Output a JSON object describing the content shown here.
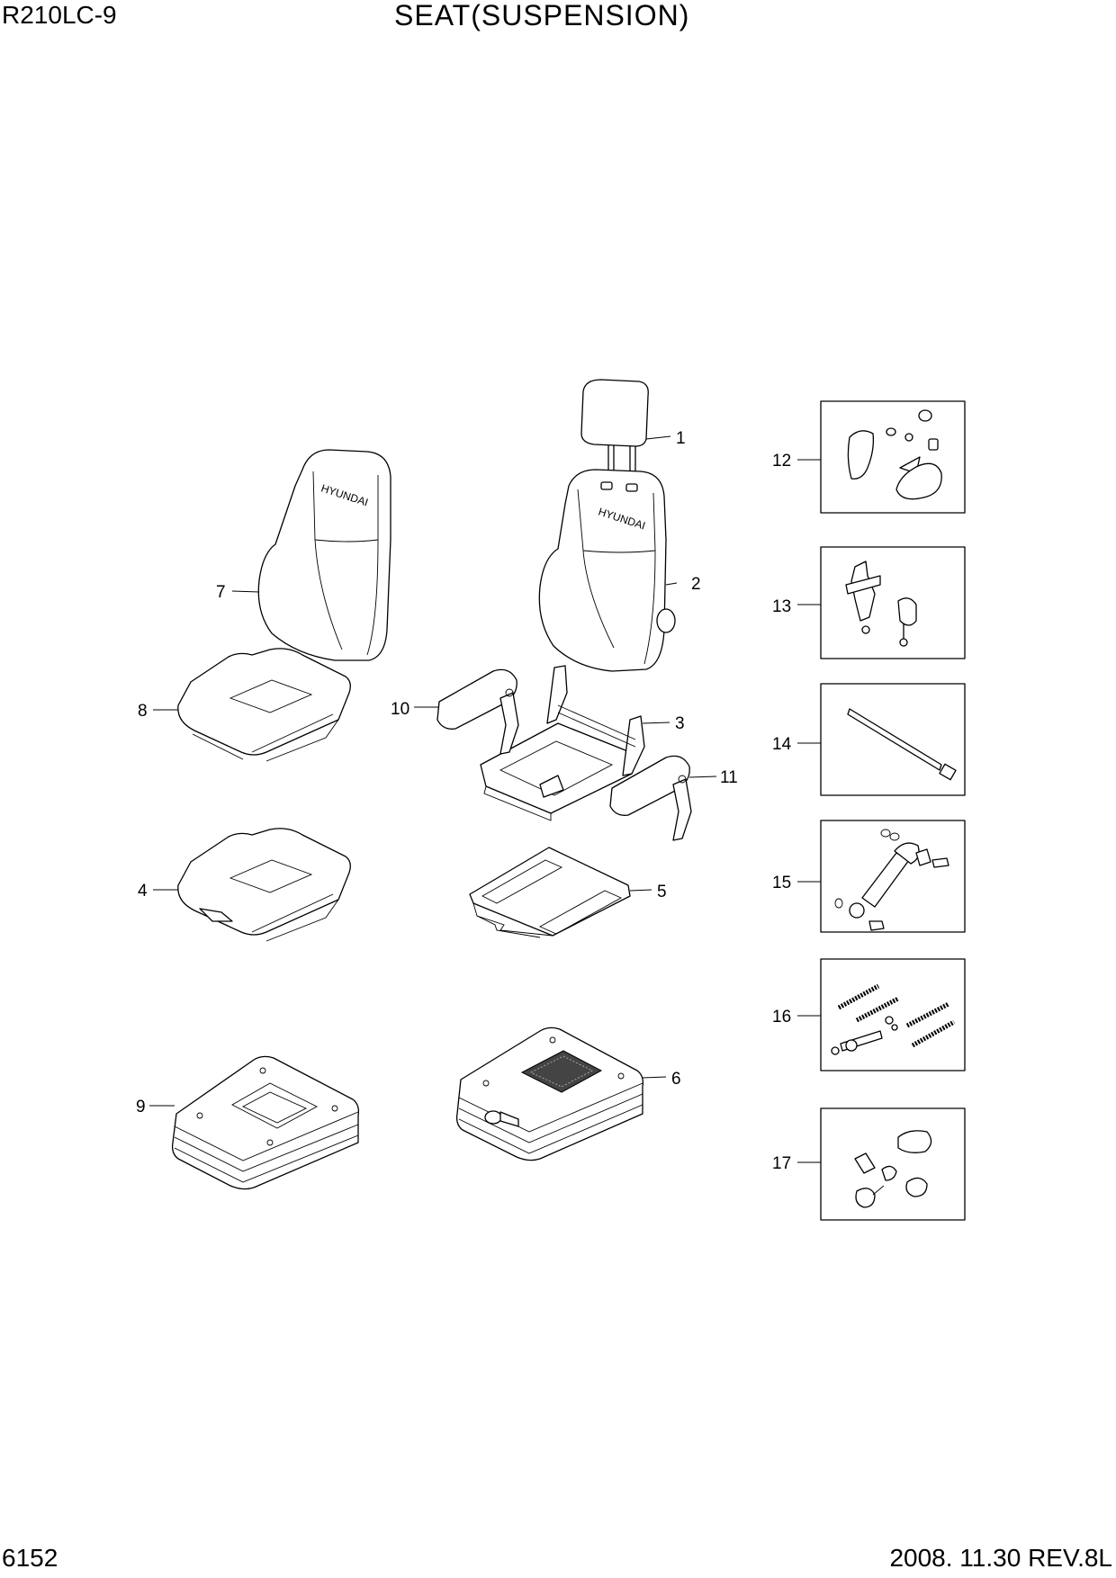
{
  "header": {
    "model": "R210LC-9",
    "title": "SEAT(SUSPENSION)"
  },
  "footer": {
    "page_number": "6152",
    "revision": "2008. 11.30  REV.8L"
  },
  "brand_text": "HYUNDAI",
  "callouts": {
    "c1": "1",
    "c2": "2",
    "c3": "3",
    "c4": "4",
    "c5": "5",
    "c6": "6",
    "c7": "7",
    "c8": "8",
    "c9": "9",
    "c10": "10",
    "c11": "11",
    "c12": "12",
    "c13": "13",
    "c14": "14",
    "c15": "15",
    "c16": "16",
    "c17": "17"
  }
}
